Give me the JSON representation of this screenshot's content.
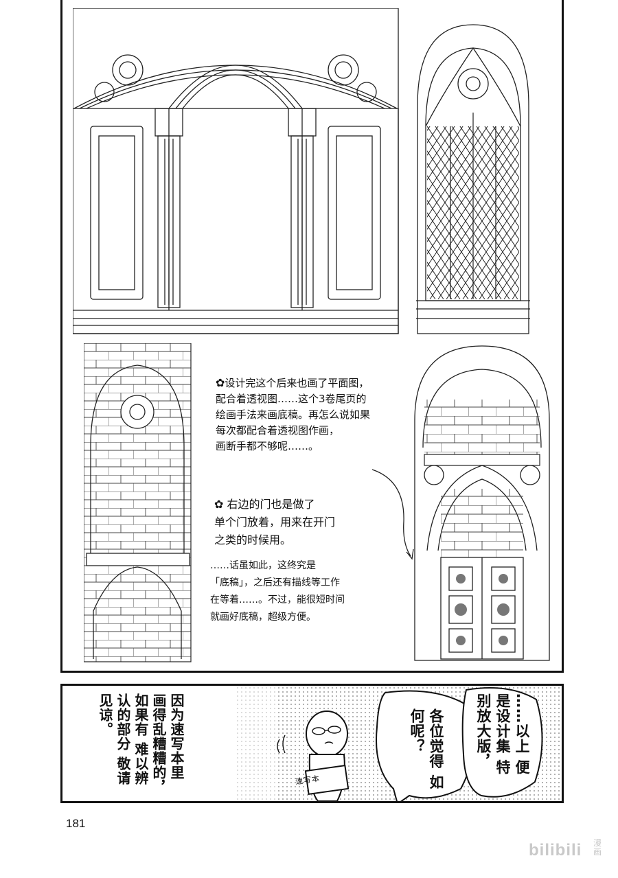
{
  "top_panel": {
    "note_1": [
      "设计完这个后来也画了平面图，",
      "配合着透视图……这个3卷尾页的",
      "绘画手法来画底稿。再怎么说如果",
      "每次都配合着透视图作画，",
      "画断手都不够呢……。"
    ],
    "note_2": [
      "右边的门也是做了",
      "单个门放着，用来在开门",
      "之类的时候用。"
    ],
    "note_3": [
      "……话虽如此，这终究是",
      "「底稿」，之后还有描线等工作",
      "在等着……。不过，能很短时间",
      "就画好底稿，超级方便。"
    ]
  },
  "bottom_panel": {
    "left_text": [
      "因为速写本里",
      "画得乱糟糟的，",
      "如果有",
      "难以辨认的部分",
      "敬请见谅。"
    ],
    "center_bubble": [
      "各位觉得",
      "如何呢？"
    ],
    "right_bubble": [
      "……以上",
      "便是设计集",
      "特别放大版，"
    ],
    "sign_text": "速写本"
  },
  "footer": {
    "page_number": "181",
    "watermark": "bilibili",
    "watermark_sub": "漫画"
  }
}
